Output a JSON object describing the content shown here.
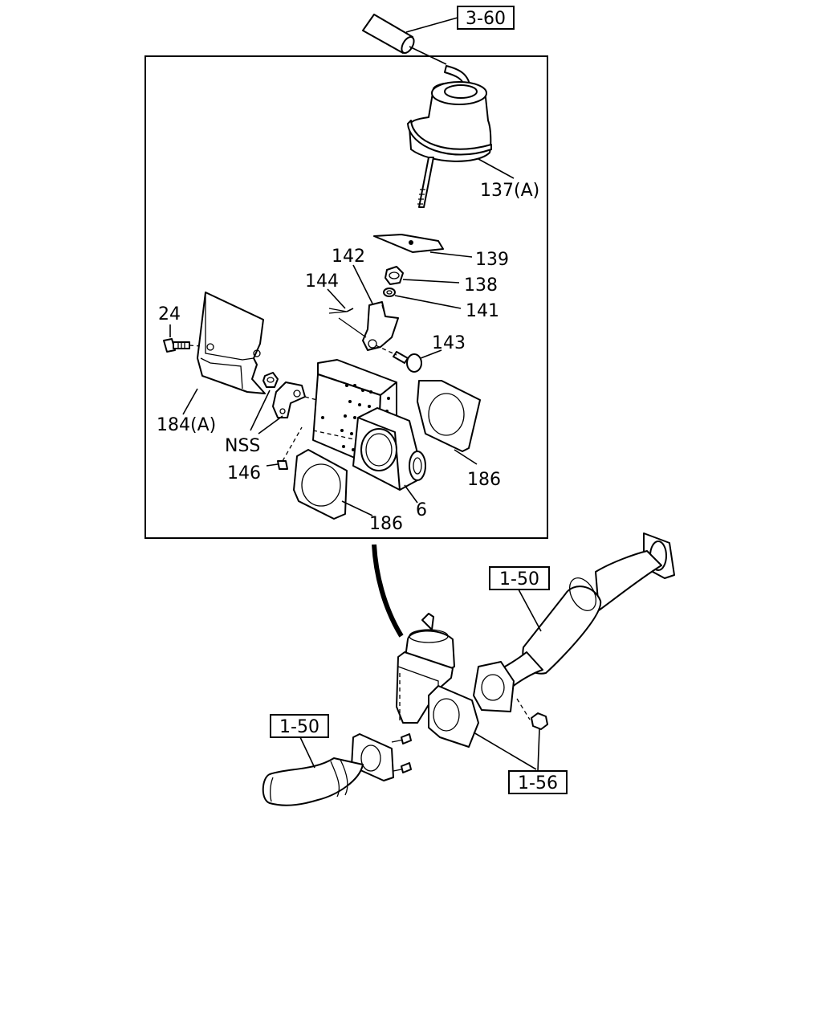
{
  "callouts": {
    "c137": "137(A)",
    "c139": "139",
    "c142": "142",
    "c138": "138",
    "c144": "144",
    "c141": "141",
    "c24": "24",
    "c143": "143",
    "c184": "184(A)",
    "cNSS": "NSS",
    "c146": "146",
    "c186a": "186",
    "c6": "6",
    "c186b": "186"
  },
  "references": {
    "r360": "3-60",
    "r150a": "1-50",
    "r150b": "1-50",
    "r156": "1-56"
  },
  "icons": [
    "vacuum-actuator",
    "bracket",
    "exhaust-brake-valve",
    "gasket",
    "exhaust-pipe",
    "nut",
    "bolt",
    "clip"
  ]
}
